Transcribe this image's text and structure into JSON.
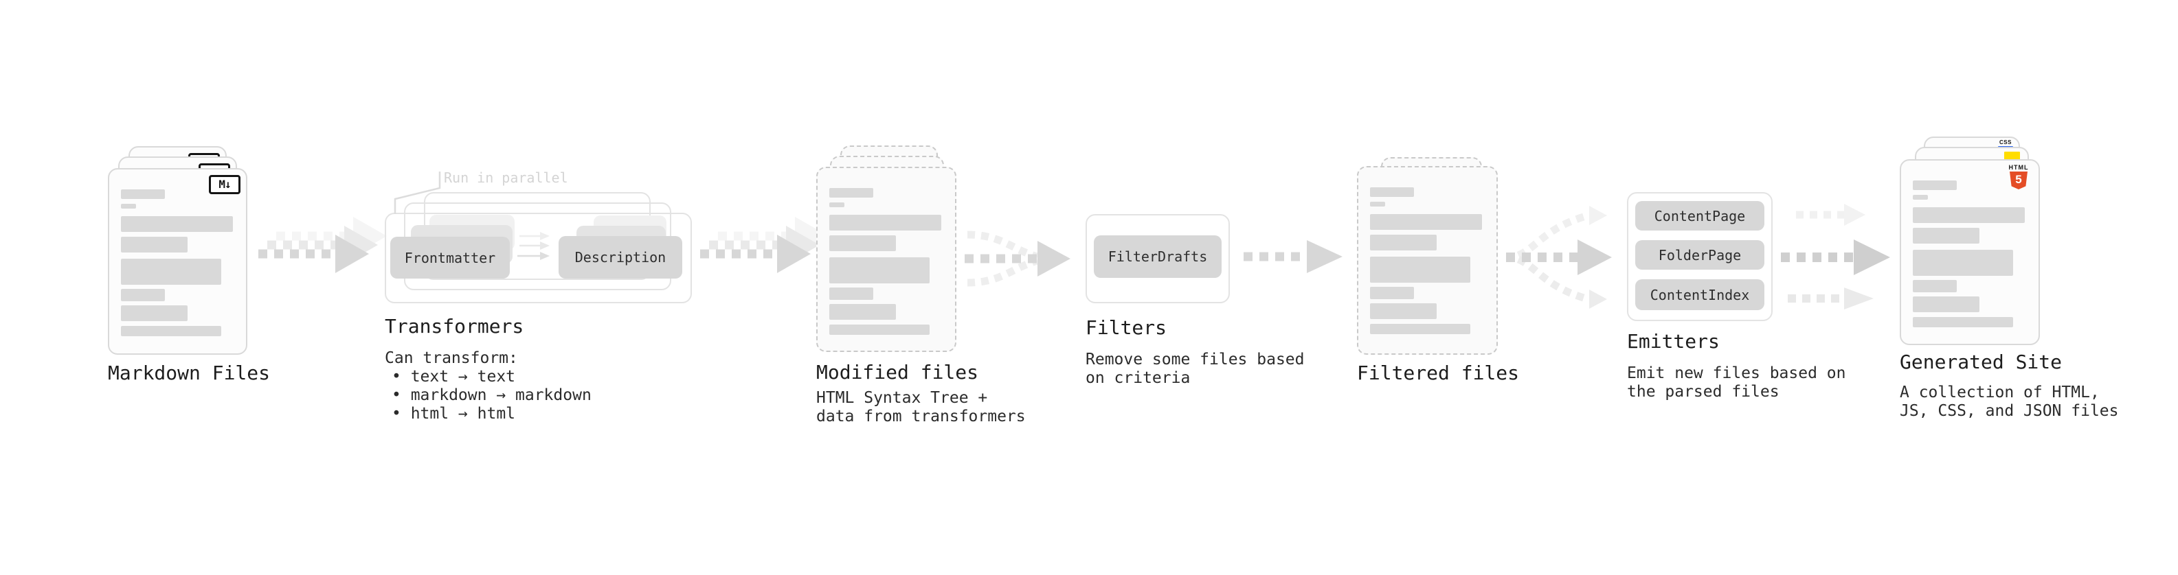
{
  "stages": {
    "markdown": {
      "label": "Markdown Files",
      "badge": "M↓"
    },
    "transformers": {
      "label": "Transformers",
      "callout": "Run in parallel",
      "box1": "Frontmatter",
      "box2": "Description",
      "desc": "Can transform:",
      "bullets": [
        "• text → text",
        "• markdown → markdown",
        "• html → html"
      ]
    },
    "modified": {
      "label": "Modified files",
      "desc1": "HTML Syntax Tree +",
      "desc2": "data from transformers"
    },
    "filters": {
      "label": "Filters",
      "box1": "FilterDrafts",
      "desc1": "Remove some files based",
      "desc2": "on criteria"
    },
    "filtered": {
      "label": "Filtered files"
    },
    "emitters": {
      "label": "Emitters",
      "box1": "ContentPage",
      "box2": "FolderPage",
      "box3": "ContentIndex",
      "desc1": "Emit new files based on",
      "desc2": "the parsed files"
    },
    "generated": {
      "label": "Generated Site",
      "desc1": "A collection of HTML,",
      "desc2": "JS, CSS, and JSON files",
      "badge_css": "CSS",
      "badge_html_word": "HTML",
      "badge_html_num": "5"
    }
  },
  "colors": {
    "accent_orange": "#e44d26",
    "accent_yellow": "#ffdd00",
    "accent_blue": "#2965f1"
  }
}
